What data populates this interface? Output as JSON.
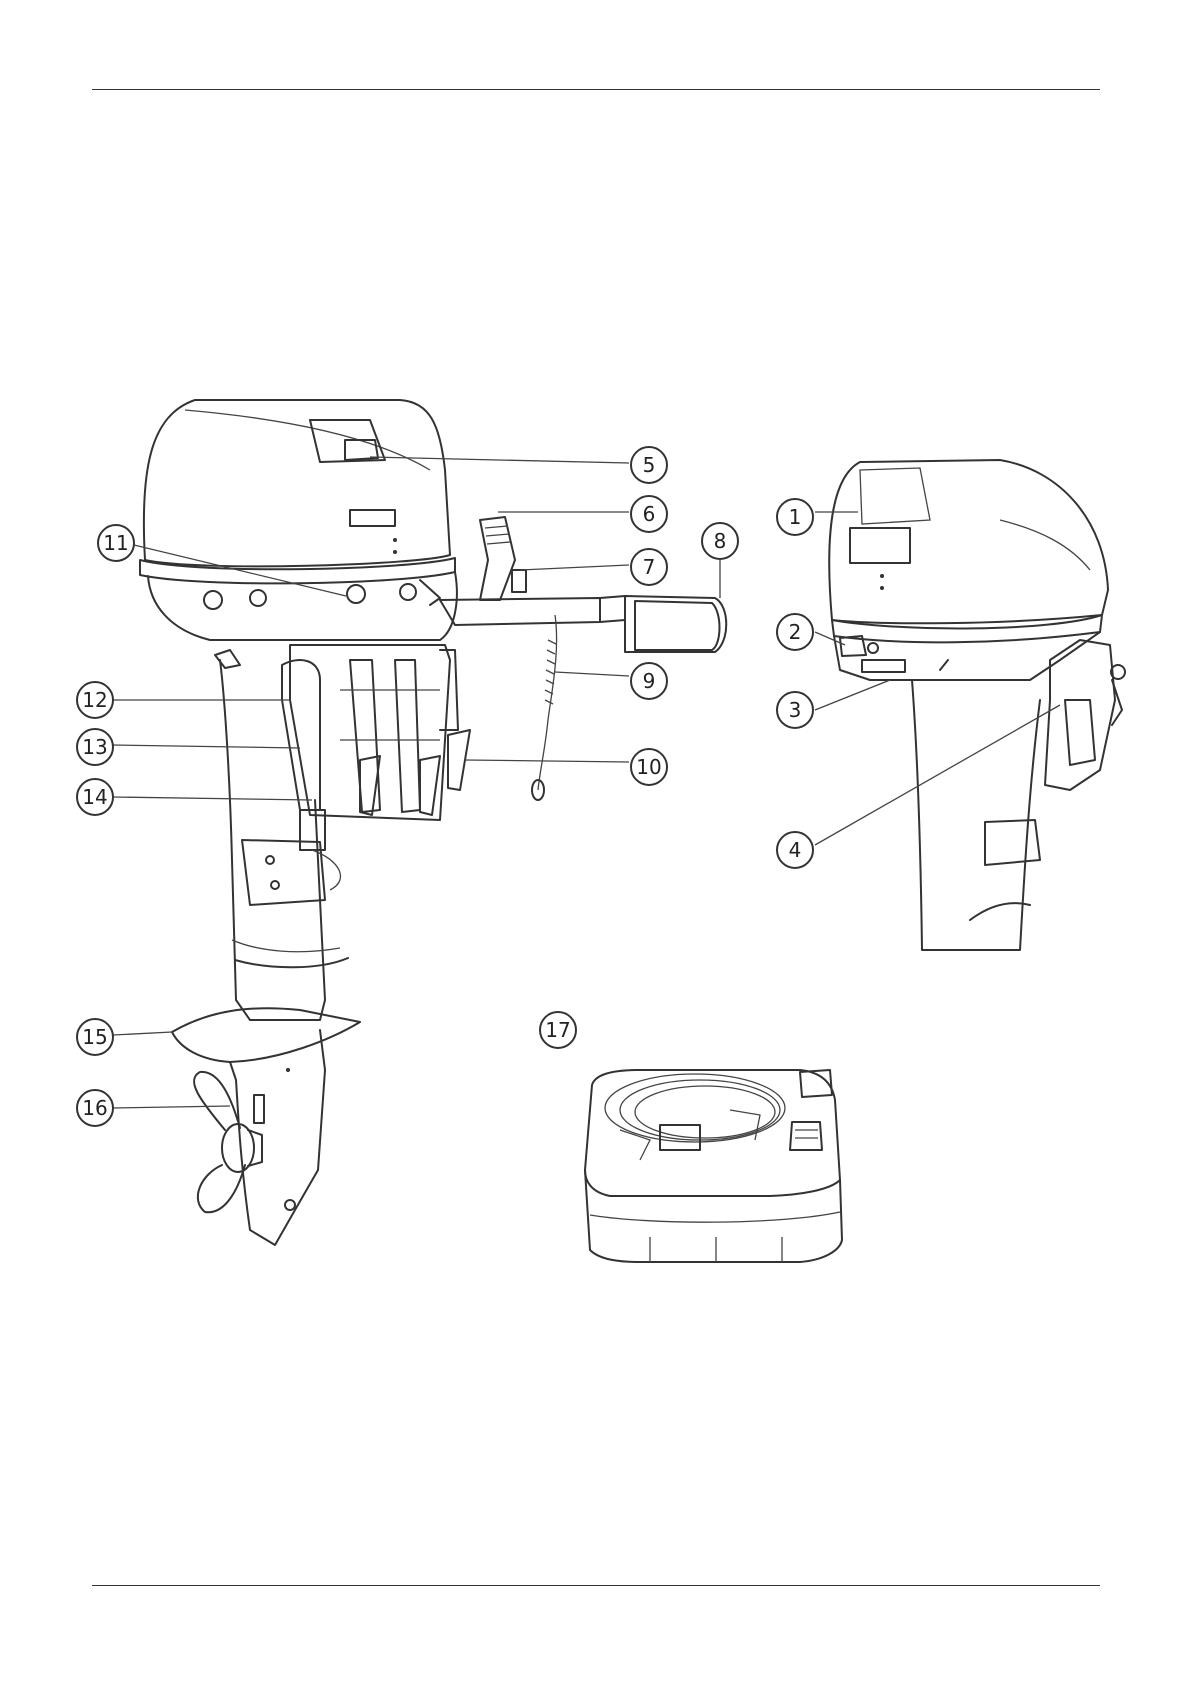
{
  "callouts": [
    {
      "id": "c1",
      "label": "1"
    },
    {
      "id": "c2",
      "label": "2"
    },
    {
      "id": "c3",
      "label": "3"
    },
    {
      "id": "c4",
      "label": "4"
    },
    {
      "id": "c5",
      "label": "5"
    },
    {
      "id": "c6",
      "label": "6"
    },
    {
      "id": "c7",
      "label": "7"
    },
    {
      "id": "c8",
      "label": "8"
    },
    {
      "id": "c9",
      "label": "9"
    },
    {
      "id": "c10",
      "label": "10"
    },
    {
      "id": "c11",
      "label": "11"
    },
    {
      "id": "c12",
      "label": "12"
    },
    {
      "id": "c13",
      "label": "13"
    },
    {
      "id": "c14",
      "label": "14"
    },
    {
      "id": "c15",
      "label": "15"
    },
    {
      "id": "c16",
      "label": "16"
    },
    {
      "id": "c17",
      "label": "17"
    }
  ],
  "line_color": "#333333"
}
